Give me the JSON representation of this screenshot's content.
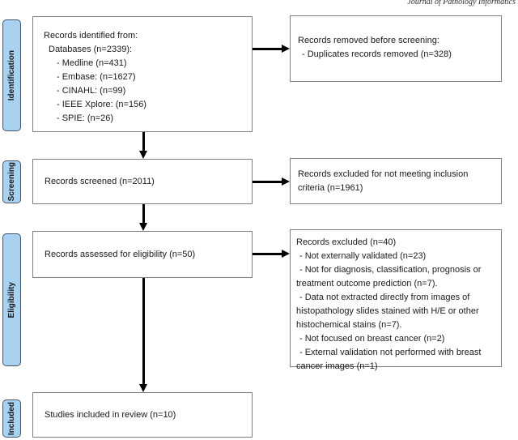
{
  "journal_header": "Journal of Pathology Informatics",
  "stages": [
    {
      "label": "Identification"
    },
    {
      "label": "Screening"
    },
    {
      "label": "Eligibility"
    },
    {
      "label": "Included"
    }
  ],
  "boxes": {
    "identified": {
      "lines": [
        {
          "t": "Records identified from:",
          "i": 0
        },
        {
          "t": "Databases (n=2339):",
          "i": 6
        },
        {
          "t": "- Medline (n=431)",
          "i": 16
        },
        {
          "t": "- Embase: (n=1627)",
          "i": 16
        },
        {
          "t": "- CINAHL: (n=99)",
          "i": 16
        },
        {
          "t": "- IEEE Xplore: (n=156)",
          "i": 16
        },
        {
          "t": "- SPIE: (n=26)",
          "i": 16
        }
      ]
    },
    "removed_before_screening": {
      "lines": [
        {
          "t": "Records removed before screening:",
          "i": 0
        },
        {
          "t": "- Duplicates records removed (n=328)",
          "i": 5
        }
      ]
    },
    "screened": {
      "text": "Records screened (n=2011)"
    },
    "excluded_inclusion": {
      "text": "Records excluded for not meeting inclusion criteria (n=1961)"
    },
    "assessed": {
      "text": "Records assessed for eligibility (n=50)"
    },
    "excluded_eligibility": {
      "lines": [
        {
          "t": "Records excluded (n=40)",
          "i": 0
        },
        {
          "t": "- Not externally validated (n=23)",
          "i": 4
        },
        {
          "t": "- Not for diagnosis, classification, prognosis or",
          "i": 4
        },
        {
          "t": "treatment outcome prediction (n=7).",
          "i": 0
        },
        {
          "t": "- Data not extracted directly from images of",
          "i": 4
        },
        {
          "t": "histopathology slides stained with H/E or other",
          "i": 0
        },
        {
          "t": "histochemical stains (n=7).",
          "i": 0
        },
        {
          "t": "- Not focused on breast cancer (n=2)",
          "i": 4
        },
        {
          "t": "- External validation not performed with breast",
          "i": 4
        },
        {
          "t": "cancer images (n=1)",
          "i": 0
        }
      ]
    },
    "included": {
      "text": "Studies included in review (n=10)"
    }
  },
  "colors": {
    "stage_fill": "#a9d2f1",
    "stage_border": "#44546a",
    "box_border": "#7f7f7f",
    "arrow": "#000000",
    "text": "#1a1a1a"
  }
}
